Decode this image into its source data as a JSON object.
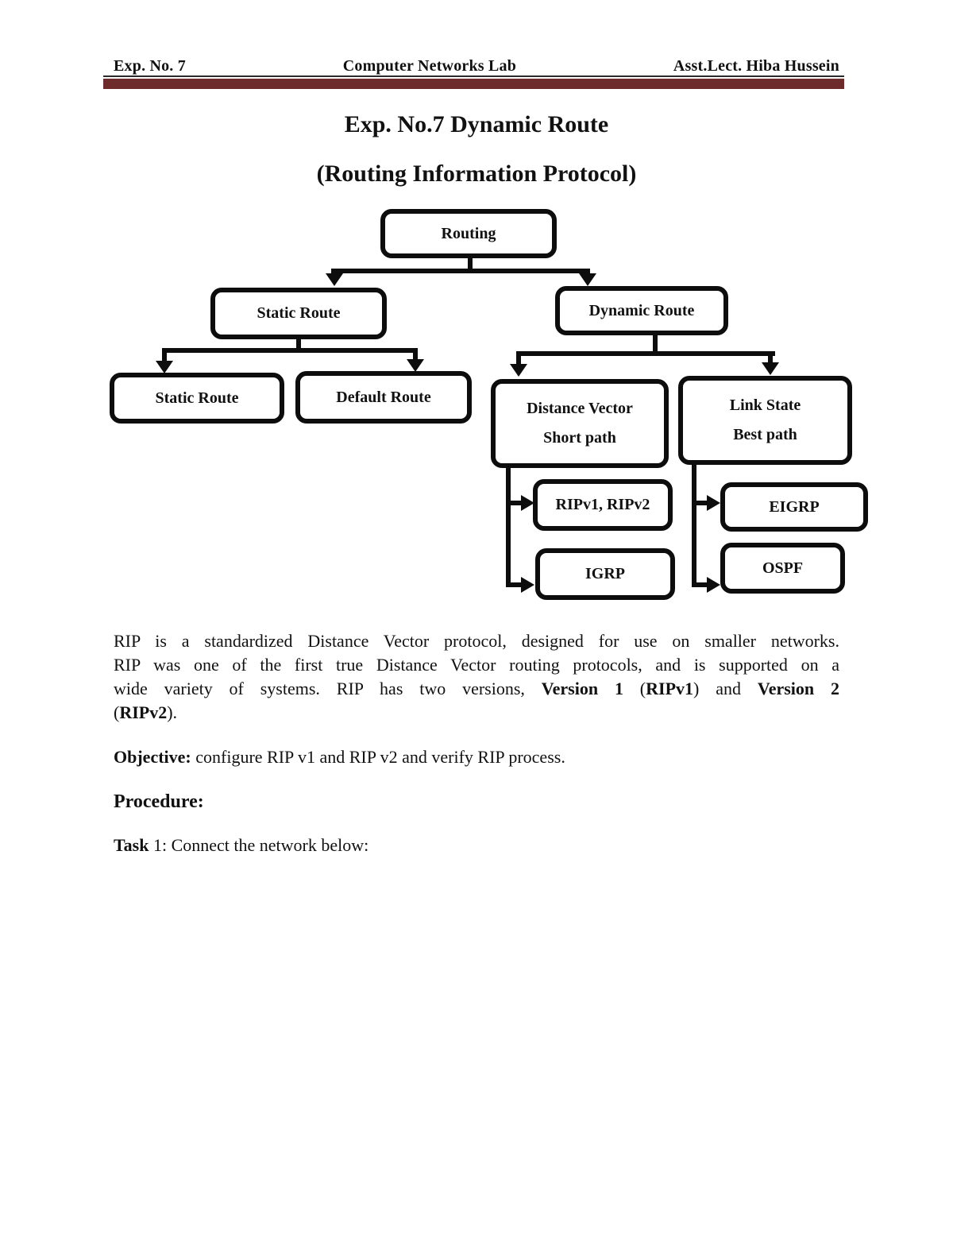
{
  "header": {
    "exp_no": "Exp. No. 7",
    "course": "Computer Networks Lab",
    "lecturer": "Asst.Lect. Hiba Hussein"
  },
  "title": {
    "line1": "Exp. No.7 Dynamic Route",
    "line2": "(Routing Information Protocol)"
  },
  "diagram": {
    "routing": "Routing",
    "static_route": "Static Route",
    "dynamic_route": "Dynamic Route",
    "static_route_child": "Static Route",
    "default_route": "Default Route",
    "distance_vector": "Distance Vector",
    "distance_vector_sub": "Short path",
    "link_state": "Link State",
    "link_state_sub": "Best path",
    "rip": "RIPv1, RIPv2",
    "igrp": "IGRP",
    "eigrp": "EIGRP",
    "ospf": "OSPF"
  },
  "body": {
    "p_line1": "RIP is a standardized Distance Vector protocol, designed for use on smaller networks.",
    "p_line2": "RIP was one of the first true Distance Vector routing protocols, and is supported on a",
    "p_line3_a": "wide variety of systems. RIP has two versions, ",
    "p_line3_b1": "Version 1",
    "p_line3_c": " (",
    "p_line3_b2": "RIPv1",
    "p_line3_d": ") and ",
    "p_line3_b3": "Version 2",
    "p_line4_a": "(",
    "p_line4_b": "RIPv2",
    "p_line4_c": ").",
    "objective_label": "Objective:",
    "objective_text": " configure RIP v1 and RIP v2 and verify RIP process.",
    "procedure_label": "Procedure:",
    "task_label": "Task",
    "task_text": " 1: Connect the network below:"
  },
  "colors": {
    "header_rule": "#6e2b2b",
    "ink": "#0d0d0d",
    "background": "#ffffff"
  }
}
